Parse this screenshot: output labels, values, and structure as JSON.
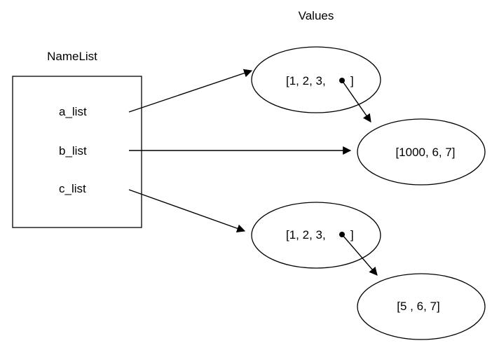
{
  "headers": {
    "names_title": "NameList",
    "values_title": "Values"
  },
  "names": {
    "a": "a_list",
    "b": "b_list",
    "c": "c_list"
  },
  "values": {
    "list1_head": "[1, 2, 3,",
    "list1_tail": "]",
    "sublist1": "[1000, 6,  7]",
    "list2_head": "[1, 2, 3,",
    "list2_tail": "]",
    "sublist2": "[5 , 6,  7]"
  },
  "colors": {
    "stroke": "#000000",
    "background": "#ffffff"
  }
}
